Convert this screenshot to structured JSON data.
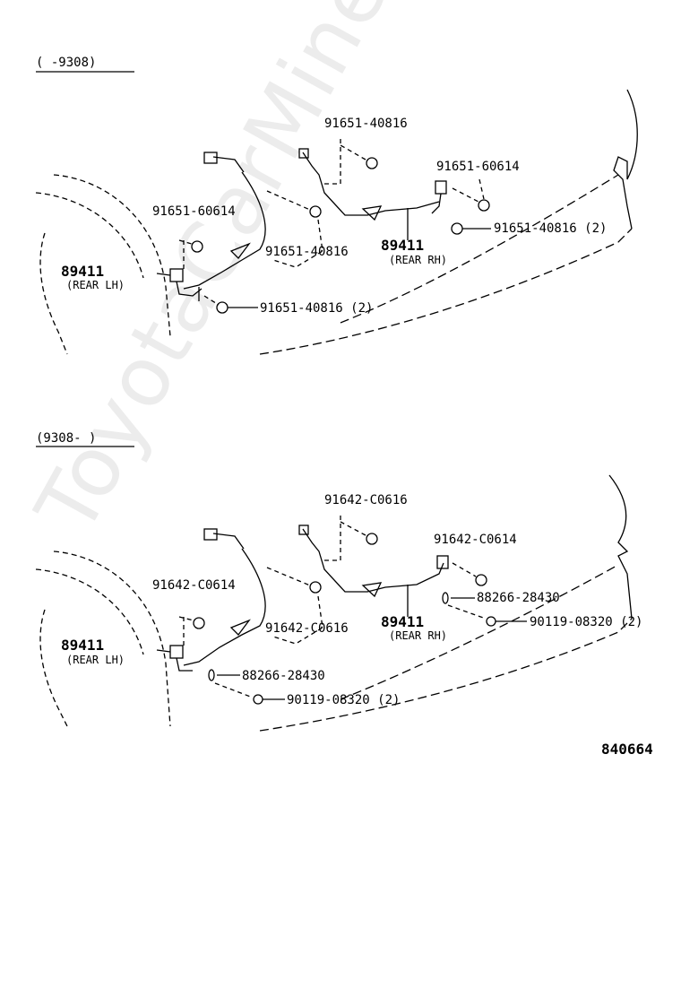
{
  "colors": {
    "line": "#000000",
    "watermark": "#bbbbbb"
  },
  "watermark": "ToyotaCarMine.ru",
  "figure_code": "840664",
  "sections": [
    {
      "range_label": "(      -9308)",
      "labels": {
        "bolt_top": "91651-40816",
        "bolt_right_upper": "91651-60614",
        "bolt_right_lower": "91651-40816 (2)",
        "bolt_left_upper": "91651-60614",
        "bolt_mid": "91651-40816",
        "sensor_rh_part": "89411",
        "sensor_rh_side": "(REAR RH)",
        "sensor_lh_part": "89411",
        "sensor_lh_side": "(REAR LH)",
        "bolt_left_lower": "91651-40816 (2)"
      }
    },
    {
      "range_label": "(9308-      )",
      "labels": {
        "bolt_top": "91642-C0616",
        "bolt_right_upper": "91642-C0614",
        "clamp_right": "88266-28430",
        "screw_right": "90119-08320 (2)",
        "bolt_left_upper": "91642-C0614",
        "bolt_mid": "91642-C0616",
        "sensor_rh_part": "89411",
        "sensor_rh_side": "(REAR RH)",
        "sensor_lh_part": "89411",
        "sensor_lh_side": "(REAR LH)",
        "clamp_left": "88266-28430",
        "screw_left": "90119-08320 (2)"
      }
    }
  ]
}
